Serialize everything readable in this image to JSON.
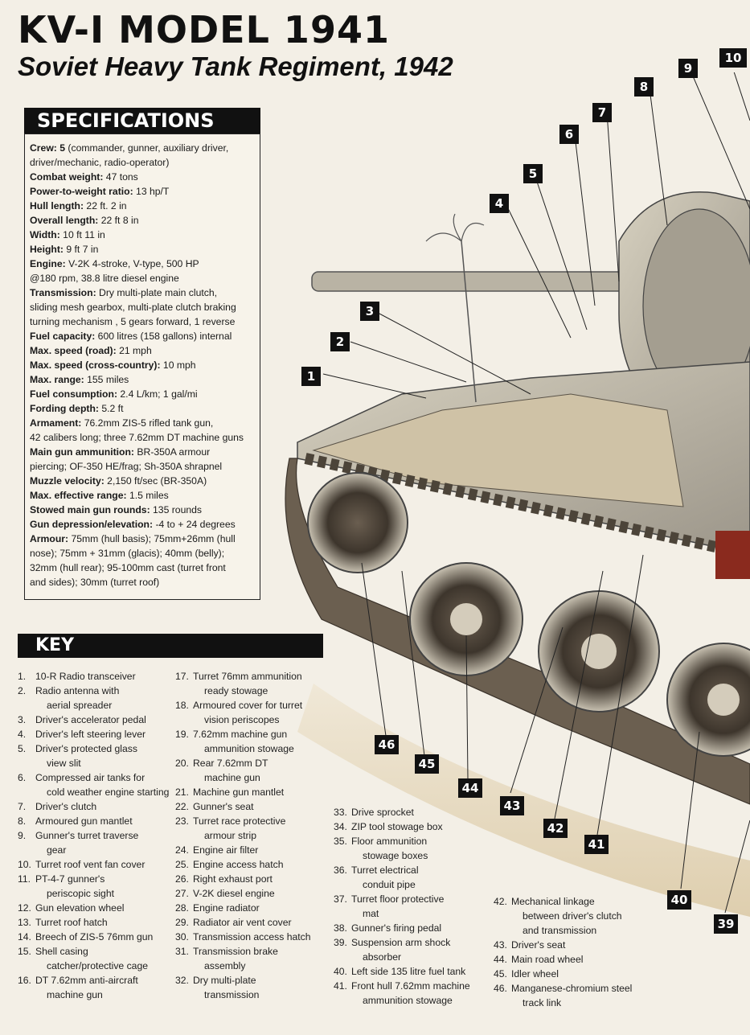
{
  "header": {
    "title": "KV-I MODEL 1941",
    "subtitle": "Soviet Heavy Tank Regiment, 1942"
  },
  "specs": {
    "heading": "SPECIFICATIONS",
    "lines": [
      {
        "b": "Crew: 5",
        "t": " (commander, gunner, auxiliary driver,"
      },
      {
        "b": "",
        "t": "driver/mechanic, radio-operator)"
      },
      {
        "b": "Combat weight:",
        "t": " 47 tons"
      },
      {
        "b": "Power-to-weight ratio:",
        "t": " 13 hp/T"
      },
      {
        "b": "Hull length:",
        "t": " 22 ft. 2 in"
      },
      {
        "b": "Overall length:",
        "t": " 22 ft 8 in"
      },
      {
        "b": "Width:",
        "t": " 10 ft 11 in"
      },
      {
        "b": "Height:",
        "t": " 9 ft 7 in"
      },
      {
        "b": "Engine:",
        "t": " V-2K 4-stroke, V-type, 500 HP"
      },
      {
        "b": "",
        "t": "@180 rpm, 38.8 litre diesel engine"
      },
      {
        "b": "Transmission:",
        "t": " Dry multi-plate main clutch,"
      },
      {
        "b": "",
        "t": "sliding mesh gearbox, multi-plate clutch braking"
      },
      {
        "b": "",
        "t": "turning mechanism ,  5 gears forward, 1  reverse"
      },
      {
        "b": "Fuel capacity:",
        "t": " 600 litres (158 gallons) internal"
      },
      {
        "b": "Max. speed (road):",
        "t": " 21 mph"
      },
      {
        "b": "Max. speed (cross-country):",
        "t": " 10 mph"
      },
      {
        "b": "Max. range:",
        "t": " 155 miles"
      },
      {
        "b": "Fuel consumption:",
        "t": " 2.4 L/km; 1 gal/mi"
      },
      {
        "b": "Fording depth:",
        "t": " 5.2 ft"
      },
      {
        "b": "Armament:",
        "t": " 76.2mm ZIS-5 rifled tank gun,"
      },
      {
        "b": "",
        "t": "42 calibers long; three 7.62mm DT machine guns"
      },
      {
        "b": "Main gun ammunition:",
        "t": "  BR-350A armour"
      },
      {
        "b": "",
        "t": "piercing; OF-350 HE/frag; Sh-350A shrapnel"
      },
      {
        "b": "Muzzle velocity:",
        "t": " 2,150 ft/sec (BR-350A)"
      },
      {
        "b": "Max. effective range:",
        "t": " 1.5 miles"
      },
      {
        "b": "Stowed main gun rounds:",
        "t": " 135 rounds"
      },
      {
        "b": "Gun depression/elevation:",
        "t": " -4 to + 24 degrees"
      },
      {
        "b": "Armour:",
        "t": " 75mm (hull basis); 75mm+26mm (hull"
      },
      {
        "b": "",
        "t": "nose); 75mm + 31mm (glacis); 40mm (belly);"
      },
      {
        "b": "",
        "t": "32mm (hull rear); 95-100mm cast (turret front"
      },
      {
        "b": "",
        "t": "and sides); 30mm (turret roof)"
      }
    ]
  },
  "key": {
    "heading": "KEY",
    "col1": [
      {
        "n": "1.",
        "lines": [
          "10-R Radio transceiver"
        ]
      },
      {
        "n": "2.",
        "lines": [
          "Radio antenna with",
          "aerial spreader"
        ]
      },
      {
        "n": "3.",
        "lines": [
          "Driver's accelerator pedal"
        ]
      },
      {
        "n": "4.",
        "lines": [
          "Driver's left steering lever"
        ]
      },
      {
        "n": "5.",
        "lines": [
          "Driver's protected glass",
          "view slit"
        ]
      },
      {
        "n": "6.",
        "lines": [
          "Compressed air tanks for",
          "cold weather engine starting"
        ]
      },
      {
        "n": "7.",
        "lines": [
          "Driver's clutch"
        ]
      },
      {
        "n": "8.",
        "lines": [
          "Armoured gun mantlet"
        ]
      },
      {
        "n": "9.",
        "lines": [
          "Gunner's turret traverse",
          "gear"
        ]
      },
      {
        "n": "10.",
        "lines": [
          "Turret roof vent fan cover"
        ]
      },
      {
        "n": "11.",
        "lines": [
          "PT-4-7 gunner's",
          "periscopic sight"
        ]
      },
      {
        "n": "12.",
        "lines": [
          "Gun elevation wheel"
        ]
      },
      {
        "n": "13.",
        "lines": [
          "Turret roof hatch"
        ]
      },
      {
        "n": "14.",
        "lines": [
          "Breech of ZIS-5 76mm gun"
        ]
      },
      {
        "n": "15.",
        "lines": [
          "Shell casing",
          "catcher/protective cage"
        ]
      },
      {
        "n": "16.",
        "lines": [
          "DT 7.62mm anti-aircraft",
          "machine gun"
        ]
      }
    ],
    "col2": [
      {
        "n": "17.",
        "lines": [
          "Turret 76mm ammunition",
          "ready stowage"
        ]
      },
      {
        "n": "18.",
        "lines": [
          "Armoured cover for turret",
          "vision periscopes"
        ]
      },
      {
        "n": "19.",
        "lines": [
          "7.62mm machine gun",
          "ammunition stowage"
        ]
      },
      {
        "n": "20.",
        "lines": [
          "Rear 7.62mm DT",
          "machine gun"
        ]
      },
      {
        "n": "21.",
        "lines": [
          "Machine gun mantlet"
        ]
      },
      {
        "n": "22.",
        "lines": [
          "Gunner's seat"
        ]
      },
      {
        "n": "23.",
        "lines": [
          "Turret race protective",
          "armour strip"
        ]
      },
      {
        "n": "24.",
        "lines": [
          "Engine air filter"
        ]
      },
      {
        "n": "25.",
        "lines": [
          "Engine access hatch"
        ]
      },
      {
        "n": "26.",
        "lines": [
          "Right exhaust port"
        ]
      },
      {
        "n": "27.",
        "lines": [
          "V-2K diesel engine"
        ]
      },
      {
        "n": "28.",
        "lines": [
          "Engine radiator"
        ]
      },
      {
        "n": "29.",
        "lines": [
          "Radiator air vent cover"
        ]
      },
      {
        "n": "30.",
        "lines": [
          "Transmission access hatch"
        ]
      },
      {
        "n": "31.",
        "lines": [
          "Transmission brake",
          "assembly"
        ]
      },
      {
        "n": "32.",
        "lines": [
          "Dry multi-plate",
          "transmission"
        ]
      }
    ],
    "col3": [
      {
        "n": "33.",
        "lines": [
          "Drive sprocket"
        ]
      },
      {
        "n": "34.",
        "lines": [
          "ZIP tool stowage box"
        ]
      },
      {
        "n": "35.",
        "lines": [
          "Floor ammunition",
          "stowage boxes"
        ]
      },
      {
        "n": "36.",
        "lines": [
          "Turret electrical",
          "conduit pipe"
        ]
      },
      {
        "n": "37.",
        "lines": [
          "Turret floor protective",
          "mat"
        ]
      },
      {
        "n": "38.",
        "lines": [
          "Gunner's firing pedal"
        ]
      },
      {
        "n": "39.",
        "lines": [
          "Suspension arm shock",
          "absorber"
        ]
      },
      {
        "n": "40.",
        "lines": [
          "Left side 135 litre fuel tank"
        ]
      },
      {
        "n": "41.",
        "lines": [
          "Front hull 7.62mm machine",
          "ammunition stowage"
        ]
      }
    ],
    "col4": [
      {
        "n": "42.",
        "lines": [
          "Mechanical linkage",
          "between driver's clutch",
          "and transmission"
        ]
      },
      {
        "n": "43.",
        "lines": [
          "Driver's seat"
        ]
      },
      {
        "n": "44.",
        "lines": [
          "Main road wheel"
        ]
      },
      {
        "n": "45.",
        "lines": [
          "Idler wheel"
        ]
      },
      {
        "n": "46.",
        "lines": [
          "Manganese-chromium steel",
          "track link"
        ]
      }
    ]
  },
  "callouts": [
    "1",
    "2",
    "3",
    "4",
    "5",
    "6",
    "7",
    "8",
    "9",
    "10",
    "39",
    "40",
    "41",
    "42",
    "43",
    "44",
    "45",
    "46"
  ]
}
